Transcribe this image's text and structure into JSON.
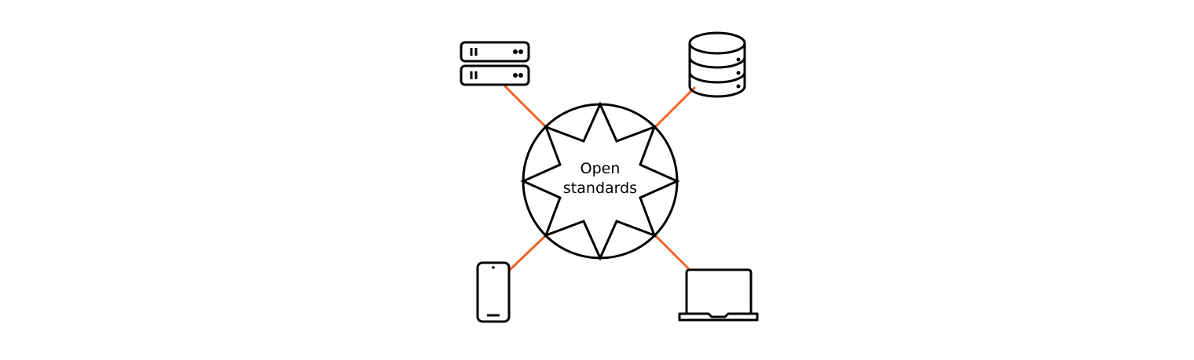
{
  "diagram": {
    "center": {
      "label_line1": "Open",
      "label_line2": "standards",
      "shape": "eight-point-star-in-circle"
    },
    "nodes": [
      {
        "id": "server",
        "icon": "server-rack-icon",
        "position": "top-left"
      },
      {
        "id": "database",
        "icon": "database-icon",
        "position": "top-right"
      },
      {
        "id": "mobile",
        "icon": "smartphone-icon",
        "position": "bottom-left"
      },
      {
        "id": "laptop",
        "icon": "laptop-icon",
        "position": "bottom-right"
      }
    ],
    "colors": {
      "stroke": "#000000",
      "connector": "#f26522",
      "background": "#ffffff"
    }
  }
}
